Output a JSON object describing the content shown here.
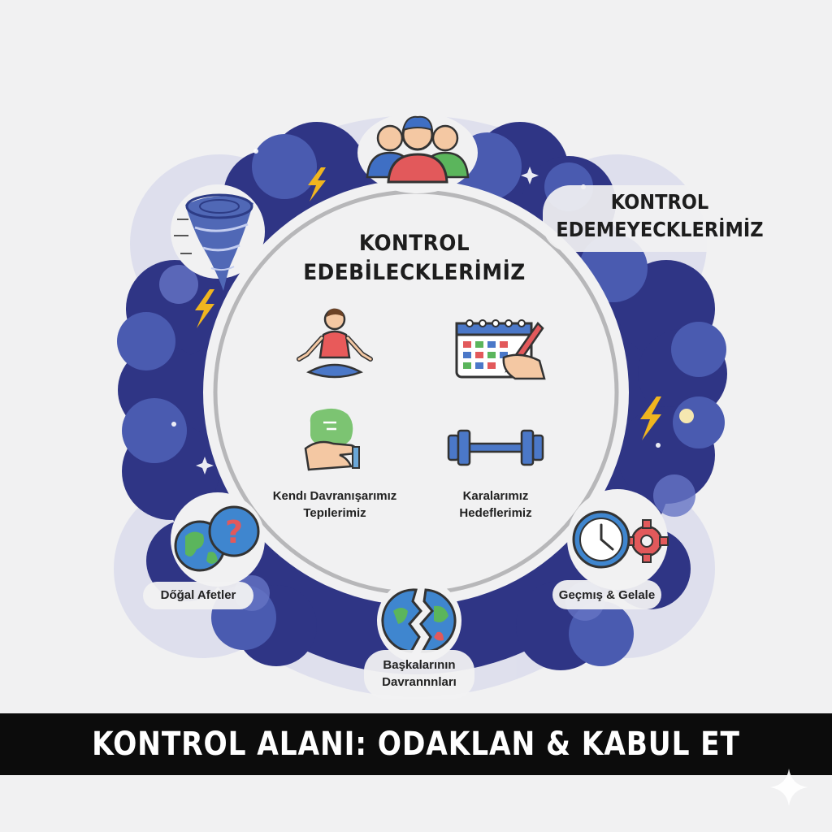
{
  "inner_circle": {
    "title_line1": "KONTROL",
    "title_line2": "EDEBİLECKLERİMİZ",
    "label_left_line1": "Kendı Davranışarımız",
    "label_left_line2": "Tepılerimiz",
    "label_right_line1": "Karalarımız",
    "label_right_line2": "Hedeflerimiz"
  },
  "outer_ring": {
    "title_line1": "KONTROL",
    "title_line2": "EDEMEYECKLERİMİZ",
    "label_disasters": "Dőğal Afetler",
    "label_past_future": "Geçmış & Gelale",
    "label_others_line1": "Başkalarının",
    "label_others_line2": "Davrannnları"
  },
  "banner": {
    "text": "KONTROL ALANI: ODAKLAN & KABUL ET"
  },
  "colors": {
    "cloud_dark": "#2f3585",
    "cloud_mid": "#4a5bb0",
    "cloud_light": "#c9cde8",
    "lightning": "#f0b51f",
    "banner_bg": "#0c0c0c"
  }
}
